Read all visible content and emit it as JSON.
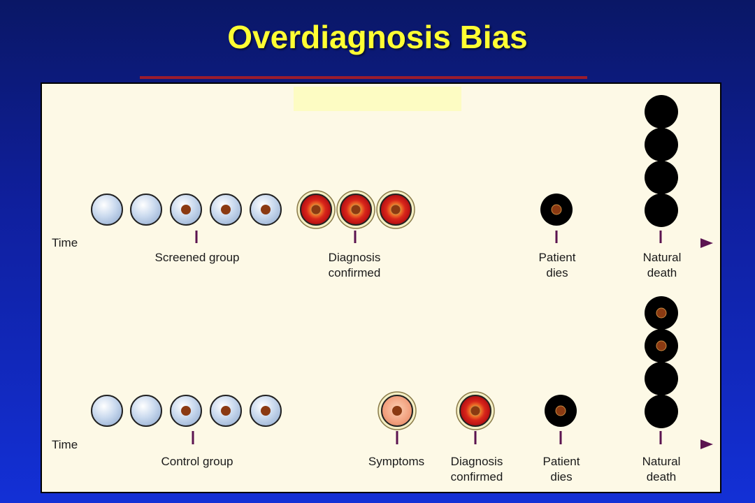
{
  "title": "Overdiagnosis Bias",
  "screened": {
    "time_label": "Time",
    "group_label": "Screened group",
    "diagnosis_label_1": "Diagnosis",
    "diagnosis_label_2": "confirmed",
    "dies_label_1": "Patient",
    "dies_label_2": "dies",
    "natural_label_1": "Natural",
    "natural_label_2": "death"
  },
  "control": {
    "time_label": "Time",
    "group_label": "Control group",
    "symptoms_label": "Symptoms",
    "diagnosis_label_1": "Diagnosis",
    "diagnosis_label_2": "confirmed",
    "dies_label_1": "Patient",
    "dies_label_2": "dies",
    "natural_label_1": "Natural",
    "natural_label_2": "death"
  },
  "colors": {
    "title": "#ffff33",
    "arrow": "#5b1450",
    "healthy_cell": "#c9d9ee",
    "nucleus": "#8b3a12",
    "tumor_red": "#d8261a",
    "tumor_orange": "#f39a3a",
    "symptom_cell": "#f2a07e"
  }
}
